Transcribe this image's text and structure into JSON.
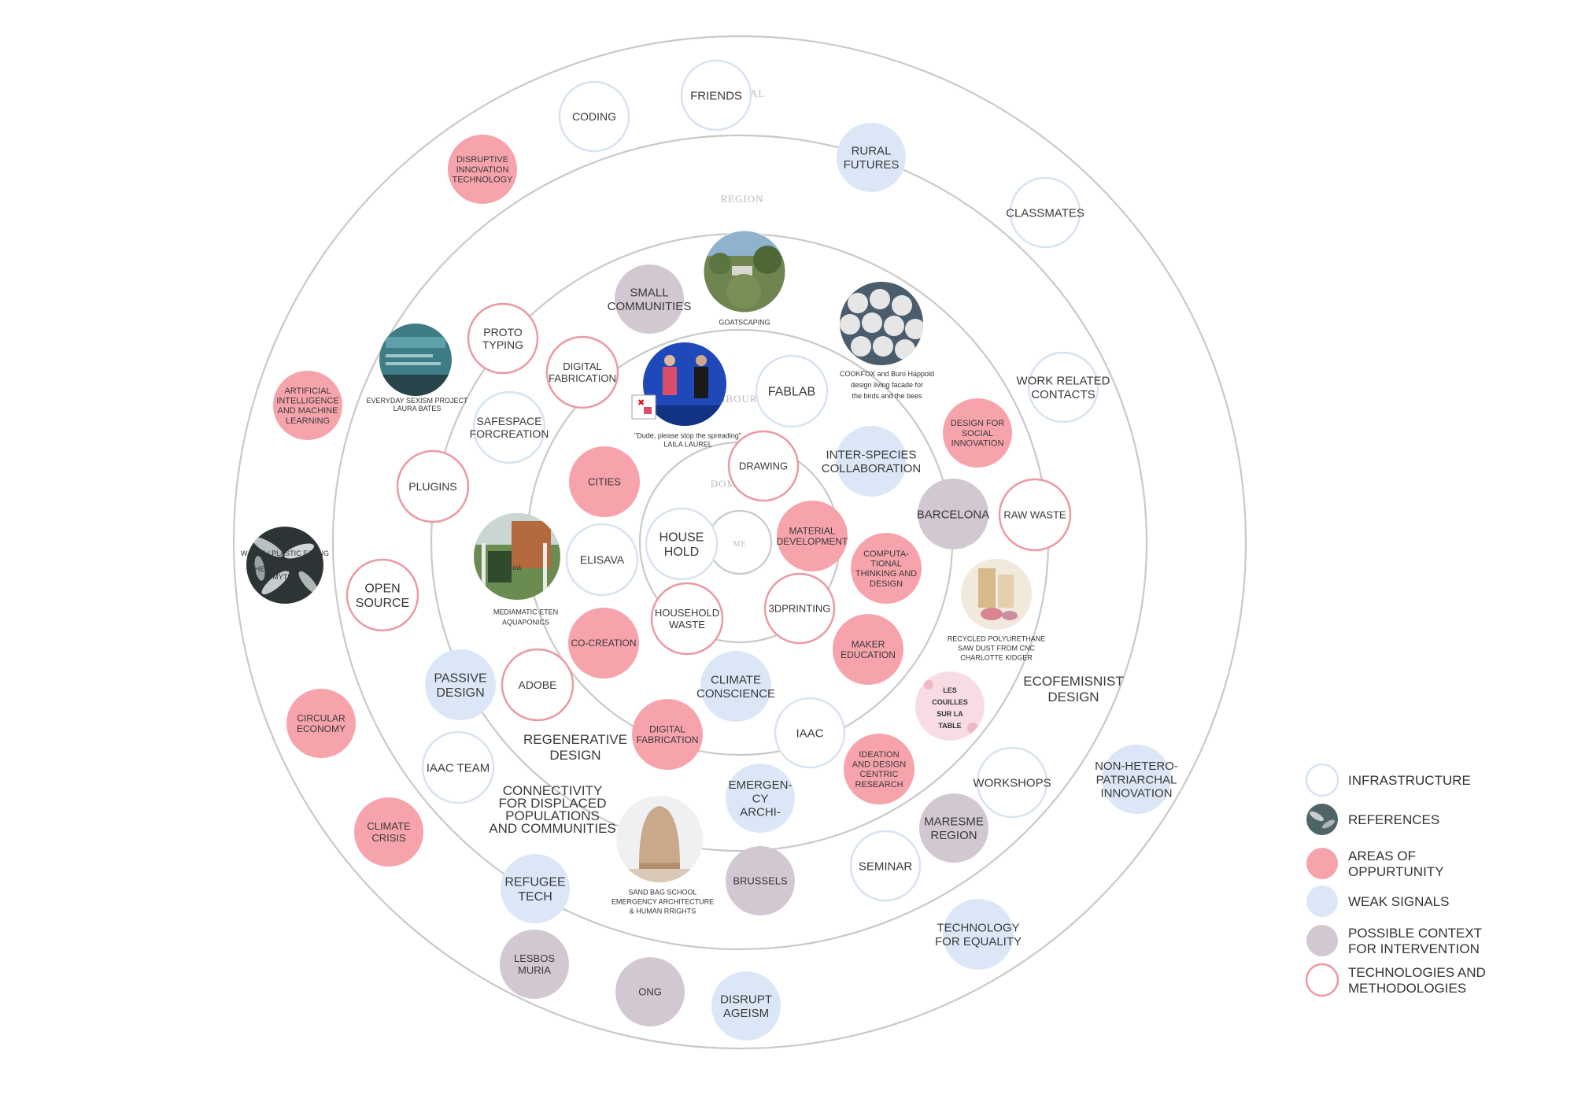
{
  "colors": {
    "infrastructure": "#d7e3f2",
    "reference": "#4f6466",
    "opportunity": "#f6a3ac",
    "weak_signal": "#dbe7f7",
    "context": "#d2c8d2",
    "technology": "#e99aa3",
    "ring": "#c9c9c9"
  },
  "ring_labels": {
    "global": "GLOBAL",
    "region": "REGION",
    "neighbourhood": "NEIGHBOURHOOD/CITY",
    "domestic": "DOMESTIC",
    "me": "ME"
  },
  "nodes": [
    {
      "id": "coding",
      "category": "infrastructure",
      "text": "CODING"
    },
    {
      "id": "friends",
      "category": "infrastructure",
      "text": "FRIENDS"
    },
    {
      "id": "rural-futures",
      "category": "weak_signal",
      "text": "RURAL\nFUTURES"
    },
    {
      "id": "classmates",
      "category": "infrastructure",
      "text": "CLASSMATES"
    },
    {
      "id": "disruptive-innovation",
      "category": "opportunity",
      "text": "DISRUPTIVE\nINNOVATION\nTECHNOLOGY"
    },
    {
      "id": "small-communities",
      "category": "context",
      "text": "SMALL\nCOMMUNITIES"
    },
    {
      "id": "proto-typing",
      "category": "technology",
      "text": "PROTO\nTYPING"
    },
    {
      "id": "digital-fabrication-1",
      "category": "technology",
      "text": "DIGITAL\nFABRICATION"
    },
    {
      "id": "ai-ml",
      "category": "opportunity",
      "text": "ARTIFICIAL\nINTELLIGENCE\nAND MACHINE\nLEARNING"
    },
    {
      "id": "safespace",
      "category": "infrastructure",
      "text": "SAFESPACE\nFORCREATION"
    },
    {
      "id": "fablab",
      "category": "infrastructure",
      "text": "FABLAB"
    },
    {
      "id": "work-related",
      "category": "infrastructure",
      "text": "WORK RELATED\nCONTACTS"
    },
    {
      "id": "design-social",
      "category": "opportunity",
      "text": "DESIGN FOR\nSOCIAL\nINNOVATION"
    },
    {
      "id": "inter-species",
      "category": "weak_signal",
      "text": "INTER-SPECIES\nCOLLABORATION"
    },
    {
      "id": "plugins",
      "category": "technology",
      "text": "PLUGINS"
    },
    {
      "id": "cities",
      "category": "opportunity",
      "text": "CITIES"
    },
    {
      "id": "drawing",
      "category": "technology",
      "text": "DRAWING"
    },
    {
      "id": "barcelona",
      "category": "context",
      "text": "BARCELONA"
    },
    {
      "id": "raw-waste",
      "category": "technology",
      "text": "RAW WASTE"
    },
    {
      "id": "elisava",
      "category": "infrastructure",
      "text": "ELISAVA"
    },
    {
      "id": "household",
      "category": "infrastructure",
      "text": "HOUSE\nHOLD"
    },
    {
      "id": "material-development",
      "category": "opportunity",
      "text": "MATERIAL\nDEVELOPMENT"
    },
    {
      "id": "computational",
      "category": "opportunity",
      "text": "COMPUTA-\nTIONAL\nTHINKING AND\nDESIGN"
    },
    {
      "id": "open-source",
      "category": "technology",
      "text": "OPEN\nSOURCE"
    },
    {
      "id": "household-waste",
      "category": "technology",
      "text": "HOUSEHOLD\nWASTE"
    },
    {
      "id": "3dprinting",
      "category": "technology",
      "text": "3DPRINTING"
    },
    {
      "id": "co-creation",
      "category": "opportunity",
      "text": "CO-CREATION"
    },
    {
      "id": "maker-education",
      "category": "opportunity",
      "text": "MAKER\nEDUCATION"
    },
    {
      "id": "passive-design",
      "category": "weak_signal",
      "text": "PASSIVE\nDESIGN"
    },
    {
      "id": "adobe",
      "category": "technology",
      "text": "ADOBE"
    },
    {
      "id": "climate-conscience",
      "category": "weak_signal",
      "text": "CLIMATE\nCONSCIENCE"
    },
    {
      "id": "circular-economy",
      "category": "opportunity",
      "text": "CIRCULAR\nECONOMY"
    },
    {
      "id": "digital-fabrication-2",
      "category": "opportunity",
      "text": "DIGITAL\nFABRICATION"
    },
    {
      "id": "iaac",
      "category": "infrastructure",
      "text": "IAAC"
    },
    {
      "id": "ideation",
      "category": "opportunity",
      "text": "IDEATION\nAND DESIGN\nCENTRIC\nRESEARCH"
    },
    {
      "id": "iaac-team",
      "category": "infrastructure",
      "text": "IAAC TEAM"
    },
    {
      "id": "emergency-archi",
      "category": "weak_signal",
      "text": "EMERGEN-\nCY\nARCHI-"
    },
    {
      "id": "workshops",
      "category": "infrastructure",
      "text": "WORKSHOPS"
    },
    {
      "id": "non-hetero",
      "category": "weak_signal",
      "text": "NON-HETERO-\nPATRIARCHAL\nINNOVATION"
    },
    {
      "id": "climate-crisis",
      "category": "opportunity",
      "text": "CLIMATE\nCRISIS"
    },
    {
      "id": "maresme",
      "category": "context",
      "text": "MARESME\nREGION"
    },
    {
      "id": "seminar",
      "category": "infrastructure",
      "text": "SEMINAR"
    },
    {
      "id": "brussels",
      "category": "context",
      "text": "BRUSSELS"
    },
    {
      "id": "refugee-tech",
      "category": "weak_signal",
      "text": "REFUGEE\nTECH"
    },
    {
      "id": "technology-equality",
      "category": "weak_signal",
      "text": "TECHNOLOGY\nFOR EQUALITY"
    },
    {
      "id": "lesbos",
      "category": "context",
      "text": "LESBOS\nMURIA"
    },
    {
      "id": "ong",
      "category": "context",
      "text": "ONG"
    },
    {
      "id": "disrupt-ageism",
      "category": "weak_signal",
      "text": "DISRUPT\nAGEISM"
    }
  ],
  "plain_labels": [
    {
      "id": "ecofeminist",
      "text": "ECOFEMISNIST\nDESIGN"
    },
    {
      "id": "regenerative",
      "text": "REGENERATIVE\nDESIGN"
    },
    {
      "id": "connectivity",
      "text": "CONNECTIVITY\nFOR DISPLACED\nPOPULATIONS\nAND COMMUNITIES"
    }
  ],
  "references": [
    {
      "id": "goatscaping",
      "caption": "GOATSCAPING",
      "image": "hillside-landscape"
    },
    {
      "id": "cookfox",
      "caption": "COOKFOX and Buro Happold\ndesign living facade for\nthe birds and the bees",
      "image": "hex-facade"
    },
    {
      "id": "everyday-sexism",
      "caption": "EVERYDAY SEXISM PROJECT\nLAURA BATES",
      "image": "website"
    },
    {
      "id": "dude-spreading",
      "caption": "\"Dude, please stop the spreading\"\nLAILA LAUREL",
      "image": "stage-performance"
    },
    {
      "id": "bacteria",
      "caption": "",
      "image": "bacteria-micrograph",
      "overlay": "WASTE / PLASTIC EATING\nBACTERIA\nTHE NETHERLANDS\nMYTHE"
    },
    {
      "id": "mediamatic",
      "caption": "MEDIAMATIC ETEN\nAQUAPONICS",
      "image": "greenhouse",
      "overlay": "ink"
    },
    {
      "id": "recycled-pu",
      "caption": "RECYCLED POLYURETHANE\nSAW DUST FROM CNC\nCHARLOTTE KIDGER",
      "image": "vessels"
    },
    {
      "id": "couilles",
      "caption": "",
      "image": "lettering",
      "overlay": "LES\nCOUILLES\nSUR LA\nTABLE"
    },
    {
      "id": "sandbag",
      "caption": "SAND BAG SCHOOL\nEMERGENCY ARCHITECTURE\n& HUMAN RRIGHTS",
      "image": "dome"
    }
  ],
  "legend": [
    {
      "id": "infrastructure",
      "label": "INFRASTRUCTURE"
    },
    {
      "id": "references",
      "label": "REFERENCES"
    },
    {
      "id": "areas",
      "label": "AREAS OF\nOPPURTUNITY"
    },
    {
      "id": "weak",
      "label": "WEAK SIGNALS"
    },
    {
      "id": "context",
      "label": "POSSIBLE CONTEXT\nFOR INTERVENTION"
    },
    {
      "id": "tech",
      "label": "TECHNOLOGIES AND\nMETHODOLOGIES"
    }
  ]
}
